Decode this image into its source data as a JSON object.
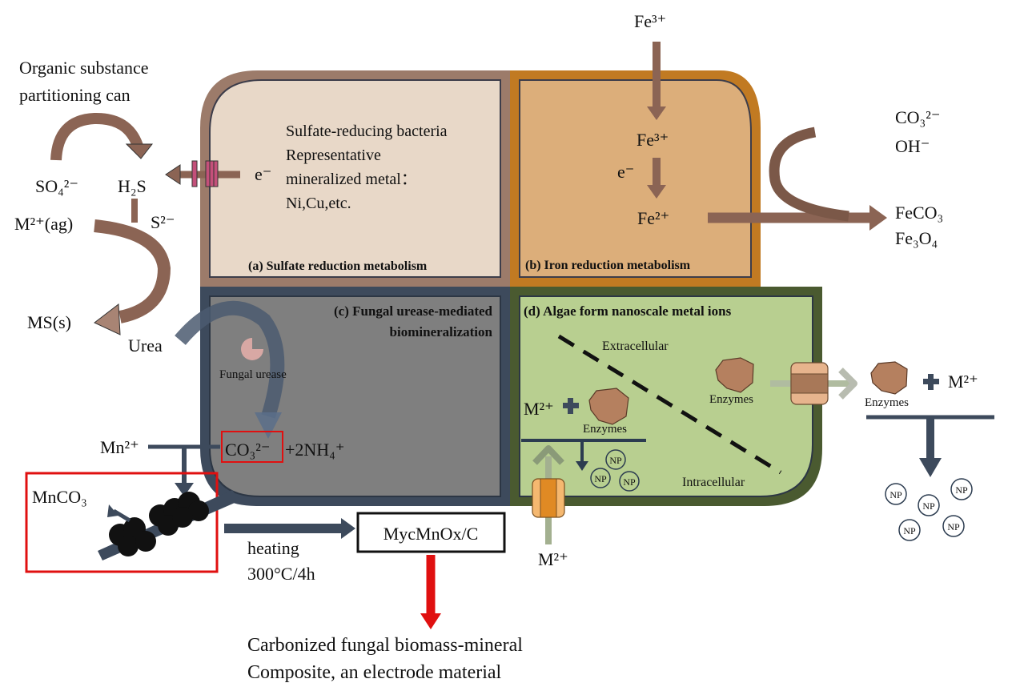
{
  "colors": {
    "panel_a_fill": "#e8d8c8",
    "panel_a_border": "#9c7b6a",
    "panel_b_fill": "#dcae7a",
    "panel_b_border": "#c17a22",
    "panel_c_fill": "#7f7f7f",
    "panel_c_border": "#3d4a5c",
    "panel_d_fill": "#b8cf90",
    "panel_d_border": "#4a5a30",
    "brown_arrow": "#8b6454",
    "dark_arrow": "#3d4a5c",
    "red": "#e01010",
    "pink_channel": "#c4507a",
    "enzyme": "#b5805f",
    "channel_orange": "#e89a3c",
    "channel_tan": "#e7b48d"
  },
  "top_left": {
    "title_line1": "Organic substance",
    "title_line2": "partitioning can",
    "so4": "SO₄²⁻",
    "h2s": "H₂S",
    "s2": "S²⁻",
    "m_ag": "M²⁺(ag)",
    "ms": "MS(s)",
    "electron": "e⁻"
  },
  "panel_a": {
    "line1": "Sulfate-reducing bacteria",
    "line2": "Representative",
    "line3": "mineralized metal：",
    "line4": "Ni,Cu,etc.",
    "label": "(a) Sulfate reduction metabolism"
  },
  "panel_b": {
    "fe3_top": "Fe³⁺",
    "fe3_inside": "Fe³⁺",
    "electron": "e⁻",
    "fe2": "Fe²⁺",
    "co3": "CO₃²⁻",
    "oh": "OH⁻",
    "feco3": "FeCO₃",
    "fe3o4": "Fe₃O₄",
    "label": "(b) Iron reduction metabolism"
  },
  "panel_c": {
    "label_line1": "(c) Fungal urease-mediated",
    "label_line2": "biomineralization",
    "urea": "Urea",
    "fungal_urease": "Fungal urease",
    "mn2": "Mn²⁺",
    "co3": "CO₃²⁻",
    "nh4": "+2NH₄⁺",
    "mnco3": "MnCO₃",
    "heating_line1": "heating",
    "heating_line2": "300°C/4h",
    "product": "MycMnOx/C",
    "result_line1": "Carbonized fungal biomass-mineral",
    "result_line2": "Composite, an electrode material"
  },
  "panel_d": {
    "label": "(d) Algae form nanoscale metal ions",
    "extracellular": "Extracellular",
    "intracellular": "Intracellular",
    "m2_left": "M²⁺",
    "enzymes": "Enzymes",
    "np": "NP",
    "m2_bottom": "M²⁺",
    "m2_right": "M²⁺",
    "plus": "+"
  }
}
